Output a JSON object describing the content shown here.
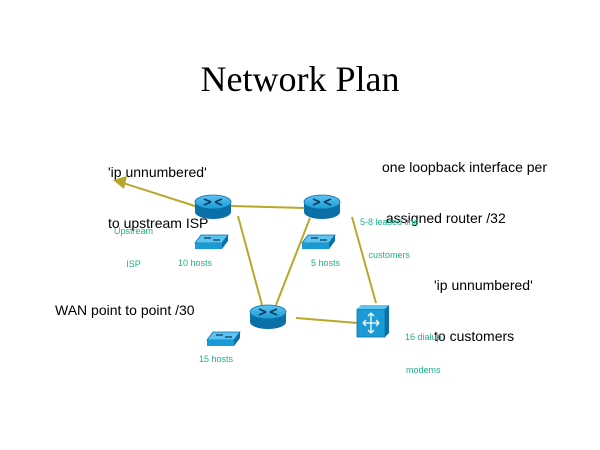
{
  "title": "Network Plan",
  "notes": {
    "ip_unnumbered_upstream": [
      "'ip unnumbered'",
      "to upstream ISP"
    ],
    "loopback": [
      "one loopback interface per",
      " assigned router /32"
    ],
    "ip_unnumbered_customers": [
      "'ip unnumbered'",
      "to customers"
    ],
    "wan": "WAN point to point /30"
  },
  "labels": {
    "upstream_isp": [
      "Upstream",
      "ISP"
    ],
    "leased_line": [
      "5-8 leased line",
      "customers"
    ],
    "hosts_10": "10 hosts",
    "hosts_5": "5 hosts",
    "hosts_15": "15 hosts",
    "dialup": [
      "16 dialup",
      "modems"
    ]
  },
  "colors": {
    "link": "#b8a82a",
    "device_blue": "#1a9bd6",
    "device_dark": "#0b6fa8",
    "label_green": "#1db38a"
  }
}
